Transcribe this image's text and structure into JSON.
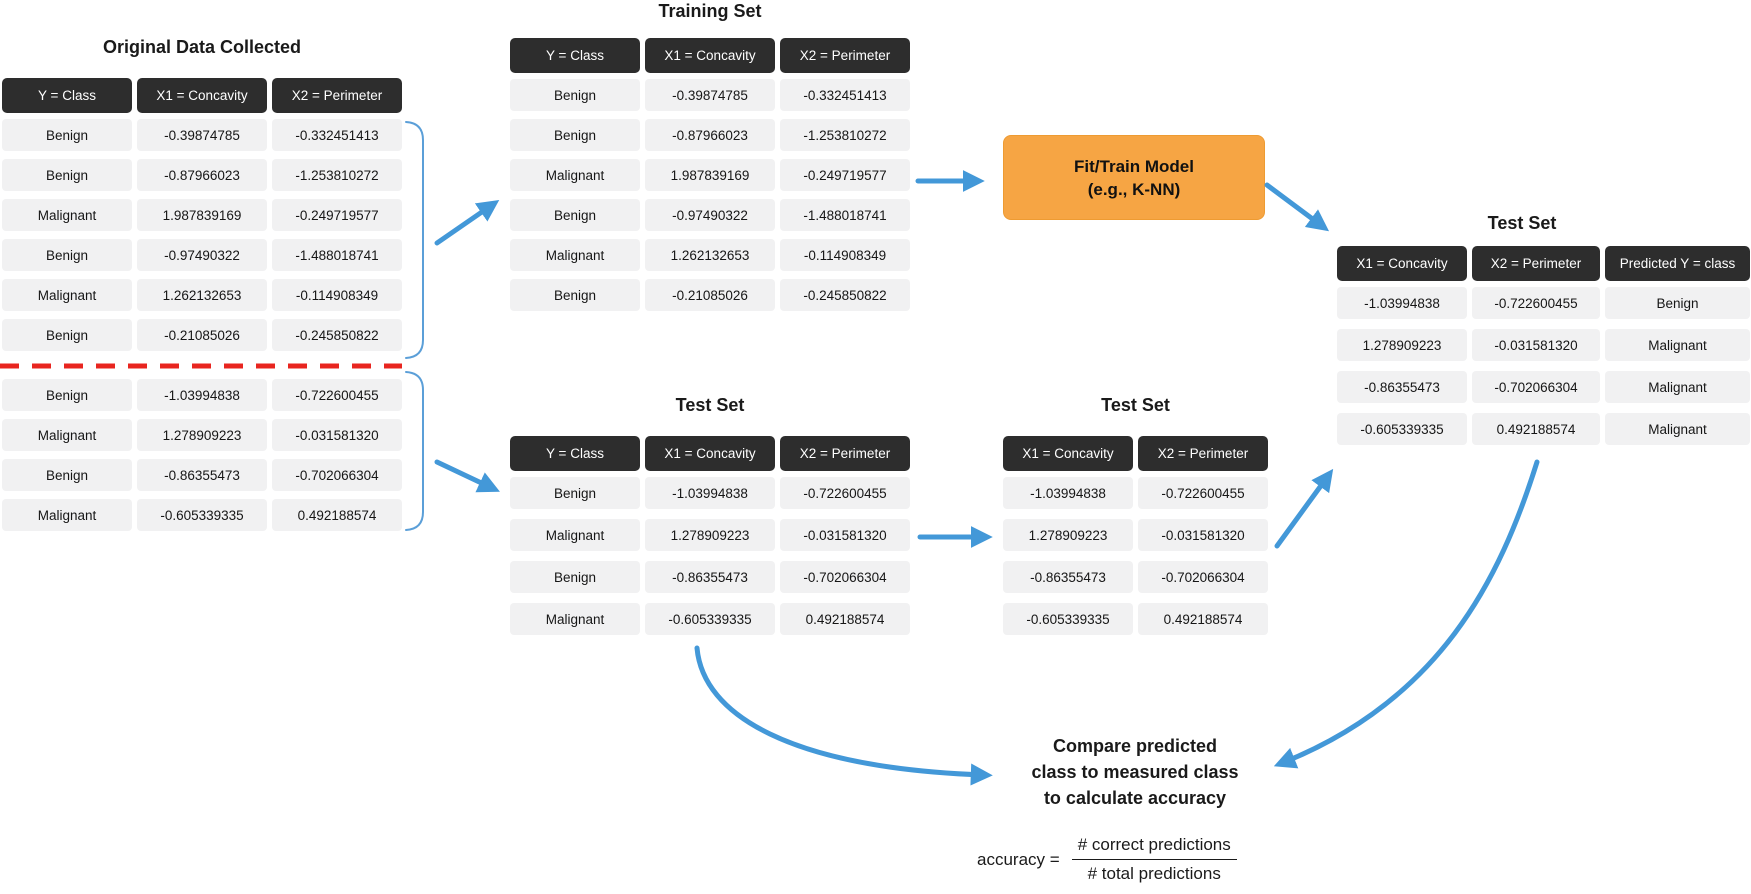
{
  "original": {
    "title": "Original Data Collected",
    "headers": [
      "Y = Class",
      "X1 = Concavity",
      "X2 = Perimeter"
    ],
    "training_rows": [
      [
        "Benign",
        "-0.39874785",
        "-0.332451413"
      ],
      [
        "Benign",
        "-0.87966023",
        "-1.253810272"
      ],
      [
        "Malignant",
        "1.987839169",
        "-0.249719577"
      ],
      [
        "Benign",
        "-0.97490322",
        "-1.488018741"
      ],
      [
        "Malignant",
        "1.262132653",
        "-0.114908349"
      ],
      [
        "Benign",
        "-0.21085026",
        "-0.245850822"
      ]
    ],
    "test_rows": [
      [
        "Benign",
        "-1.03994838",
        "-0.722600455"
      ],
      [
        "Malignant",
        "1.278909223",
        "-0.031581320"
      ],
      [
        "Benign",
        "-0.86355473",
        "-0.702066304"
      ],
      [
        "Malignant",
        "-0.605339335",
        "0.492188574"
      ]
    ]
  },
  "training_set": {
    "title": "Training Set",
    "headers": [
      "Y = Class",
      "X1 = Concavity",
      "X2 = Perimeter"
    ],
    "rows": [
      [
        "Benign",
        "-0.39874785",
        "-0.332451413"
      ],
      [
        "Benign",
        "-0.87966023",
        "-1.253810272"
      ],
      [
        "Malignant",
        "1.987839169",
        "-0.249719577"
      ],
      [
        "Benign",
        "-0.97490322",
        "-1.488018741"
      ],
      [
        "Malignant",
        "1.262132653",
        "-0.114908349"
      ],
      [
        "Benign",
        "-0.21085026",
        "-0.245850822"
      ]
    ]
  },
  "test_set_measured": {
    "title": "Test Set",
    "headers": [
      "Y = Class",
      "X1 = Concavity",
      "X2 = Perimeter"
    ],
    "rows": [
      [
        "Benign",
        "-1.03994838",
        "-0.722600455"
      ],
      [
        "Malignant",
        "1.278909223",
        "-0.031581320"
      ],
      [
        "Benign",
        "-0.86355473",
        "-0.702066304"
      ],
      [
        "Malignant",
        "-0.605339335",
        "0.492188574"
      ]
    ]
  },
  "test_set_features": {
    "title": "Test Set",
    "headers": [
      "X1 = Concavity",
      "X2 = Perimeter"
    ],
    "rows": [
      [
        "-1.03994838",
        "-0.722600455"
      ],
      [
        "1.278909223",
        "-0.031581320"
      ],
      [
        "-0.86355473",
        "-0.702066304"
      ],
      [
        "-0.605339335",
        "0.492188574"
      ]
    ]
  },
  "test_set_predictions": {
    "title": "Test Set",
    "headers": [
      "X1 = Concavity",
      "X2 = Perimeter",
      "Predicted Y = class"
    ],
    "rows": [
      [
        "-1.03994838",
        "-0.722600455",
        "Benign"
      ],
      [
        "1.278909223",
        "-0.031581320",
        "Malignant"
      ],
      [
        "-0.86355473",
        "-0.702066304",
        "Malignant"
      ],
      [
        "-0.605339335",
        "0.492188574",
        "Malignant"
      ]
    ]
  },
  "model_box": {
    "line1": "Fit/Train Model",
    "line2": "(e.g., K-NN)"
  },
  "compare_note": {
    "line1": "Compare predicted",
    "line2": "class to measured class",
    "line3": "to calculate accuracy"
  },
  "accuracy_formula": {
    "lhs": "accuracy =",
    "numerator": "# correct predictions",
    "denominator": "# total predictions"
  },
  "colors": {
    "arrow": "#4398D8",
    "bracket": "#5B9FD8",
    "divider": "#E8251F",
    "model_box": "#F6A544",
    "model_box_border": "#EE9B32",
    "header_bg": "#2D2D2D",
    "cell_bg": "#F1F1F2"
  }
}
